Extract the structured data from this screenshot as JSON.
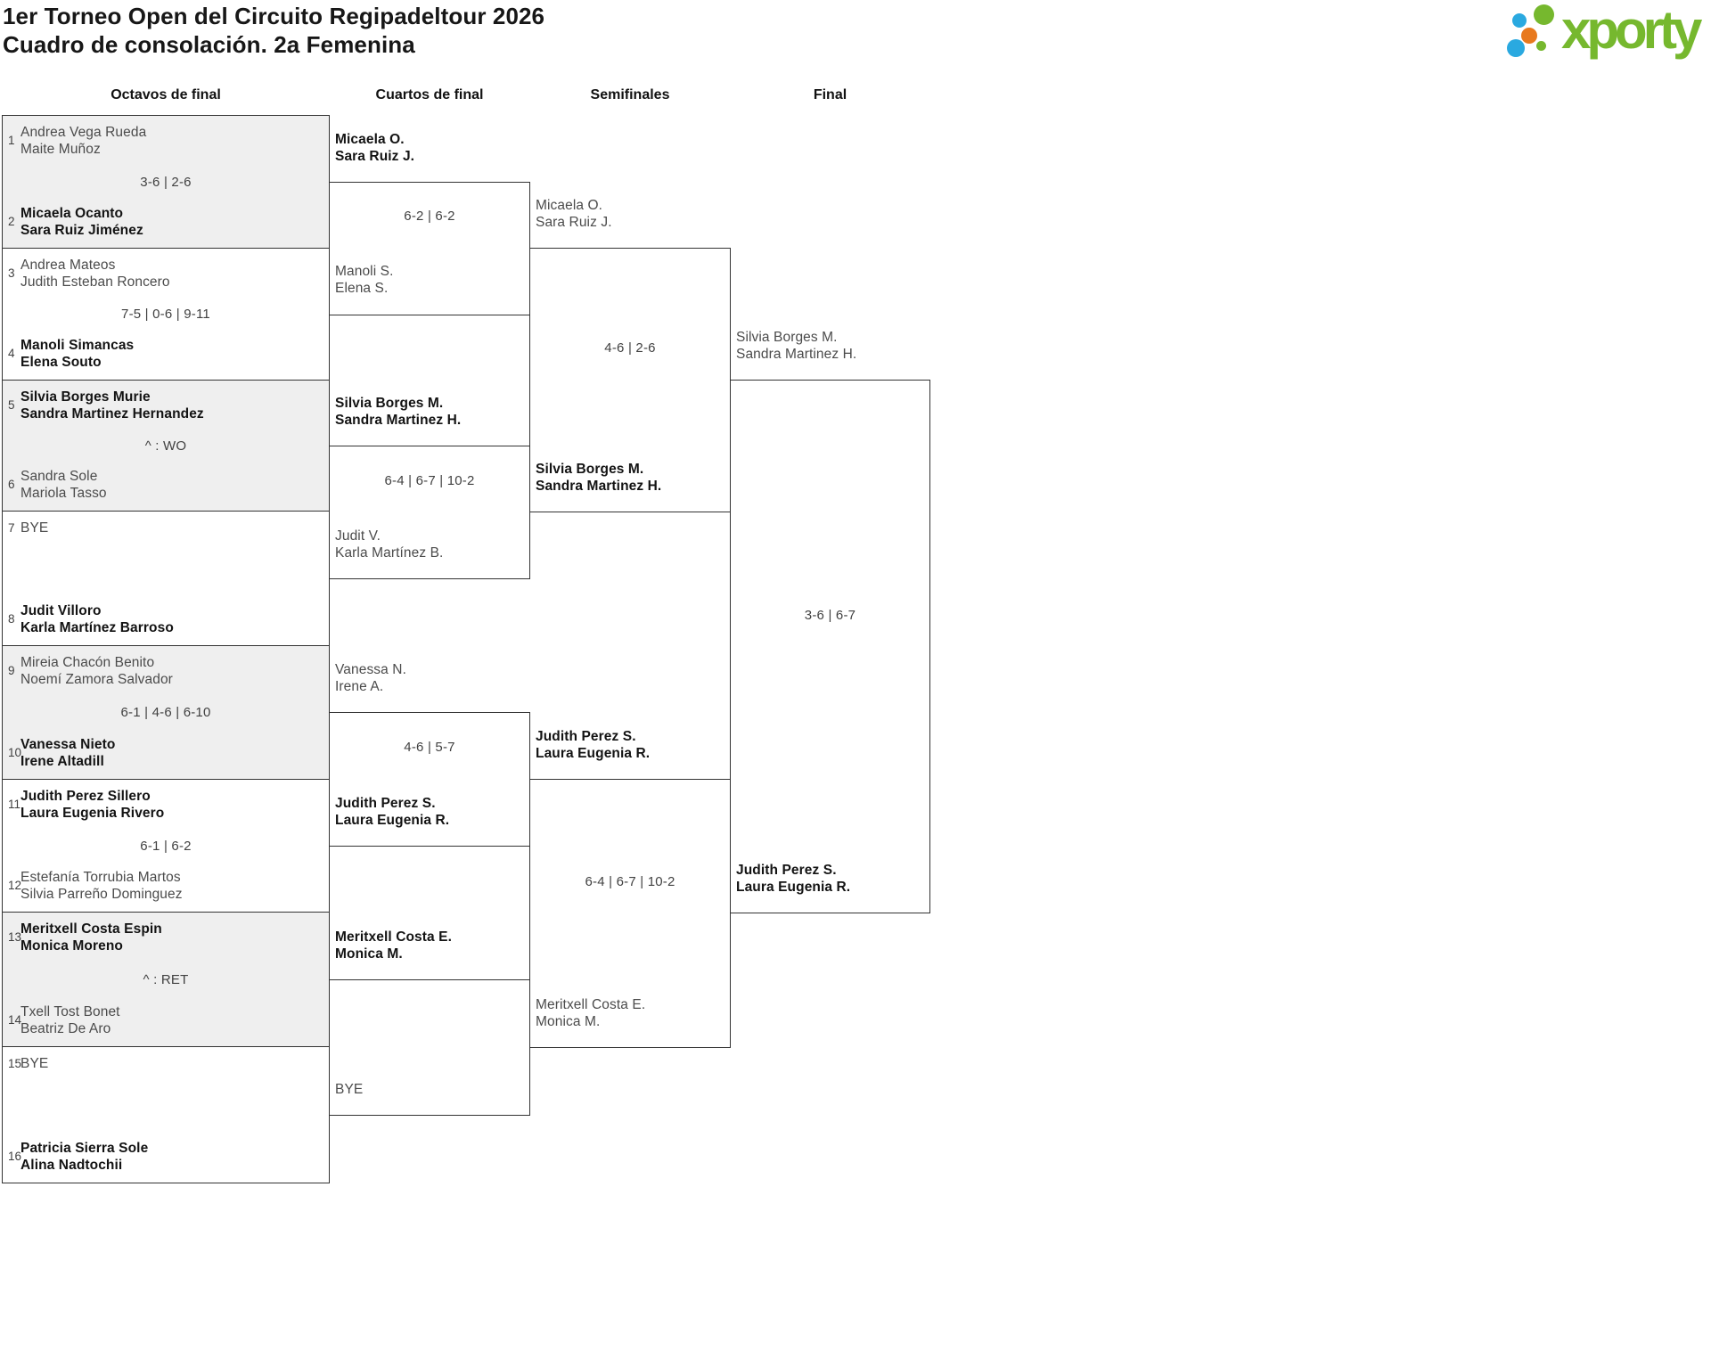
{
  "page": {
    "title": "1er Torneo Open del Circuito Regipadeltour 2026",
    "subtitle": "Cuadro de consolación. 2a Femenina"
  },
  "logo": {
    "text": "xporty",
    "colors": {
      "green": "#76b82e",
      "blue": "#2aa9e0",
      "orange": "#e8791e"
    }
  },
  "column_headers": [
    "Octavos de final",
    "Cuartos de final",
    "Semifinales",
    "Final"
  ],
  "styles": {
    "shaded_box": "#efefef",
    "border": "#333333",
    "winner_text": "#131313",
    "regular_text": "#4b4b4b"
  },
  "bracket": {
    "r16_matches": [
      {
        "shaded": true,
        "score": "3-6 | 2-6",
        "teams": [
          {
            "slot": "1",
            "lines": [
              "Andrea Vega Rueda",
              "Maite Muñoz"
            ],
            "winner": false
          },
          {
            "slot": "2",
            "lines": [
              "Micaela Ocanto",
              "Sara Ruiz Jiménez"
            ],
            "winner": true
          }
        ]
      },
      {
        "shaded": false,
        "score": "7-5 | 0-6 | 9-11",
        "teams": [
          {
            "slot": "3",
            "lines": [
              "Andrea Mateos",
              "Judith Esteban Roncero"
            ],
            "winner": false
          },
          {
            "slot": "4",
            "lines": [
              "Manoli Simancas",
              "Elena Souto"
            ],
            "winner": true
          }
        ]
      },
      {
        "shaded": true,
        "score": "^ : WO",
        "teams": [
          {
            "slot": "5",
            "lines": [
              "Silvia Borges Murie",
              "Sandra Martinez Hernandez"
            ],
            "winner": true
          },
          {
            "slot": "6",
            "lines": [
              "Sandra Sole",
              "Mariola Tasso"
            ],
            "winner": false
          }
        ]
      },
      {
        "shaded": false,
        "score": "",
        "teams": [
          {
            "slot": "7",
            "lines": [
              "BYE"
            ],
            "winner": false
          },
          {
            "slot": "8",
            "lines": [
              "Judit Villoro",
              "Karla Martínez Barroso"
            ],
            "winner": true
          }
        ]
      },
      {
        "shaded": true,
        "score": "6-1 | 4-6 | 6-10",
        "teams": [
          {
            "slot": "9",
            "lines": [
              "Mireia Chacón Benito",
              "Noemí Zamora Salvador"
            ],
            "winner": false
          },
          {
            "slot": "10",
            "lines": [
              "Vanessa Nieto",
              "Irene Altadill"
            ],
            "winner": true
          }
        ]
      },
      {
        "shaded": false,
        "score": "6-1 | 6-2",
        "teams": [
          {
            "slot": "11",
            "lines": [
              "Judith Perez Sillero",
              "Laura Eugenia Rivero"
            ],
            "winner": true
          },
          {
            "slot": "12",
            "lines": [
              "Estefanía Torrubia Martos",
              "Silvia Parreño Dominguez"
            ],
            "winner": false
          }
        ]
      },
      {
        "shaded": true,
        "score": "^ : RET",
        "teams": [
          {
            "slot": "13",
            "lines": [
              "Meritxell Costa Espin",
              "Monica Moreno"
            ],
            "winner": true
          },
          {
            "slot": "14",
            "lines": [
              "Txell Tost Bonet",
              "Beatriz De Aro"
            ],
            "winner": false
          }
        ]
      },
      {
        "shaded": false,
        "score": "",
        "teams": [
          {
            "slot": "15",
            "lines": [
              "BYE"
            ],
            "winner": false
          },
          {
            "slot": "16",
            "lines": [
              "Patricia Sierra Sole",
              "Alina Nadtochii"
            ],
            "winner": true
          }
        ]
      }
    ],
    "qf_matches": [
      {
        "score": "6-2 | 6-2",
        "teams": [
          {
            "lines": [
              "Micaela O.",
              "Sara Ruiz J."
            ],
            "winner": true
          },
          {
            "lines": [
              "Manoli S.",
              "Elena S."
            ],
            "winner": false
          }
        ]
      },
      {
        "score": "6-4 | 6-7 | 10-2",
        "teams": [
          {
            "lines": [
              "Silvia Borges M.",
              "Sandra Martinez H."
            ],
            "winner": true
          },
          {
            "lines": [
              "Judit V.",
              "Karla Martínez B."
            ],
            "winner": false
          }
        ]
      },
      {
        "score": "4-6 | 5-7",
        "teams": [
          {
            "lines": [
              "Vanessa N.",
              "Irene A."
            ],
            "winner": false
          },
          {
            "lines": [
              "Judith Perez S.",
              "Laura Eugenia R."
            ],
            "winner": true
          }
        ]
      },
      {
        "score": "",
        "teams": [
          {
            "lines": [
              "Meritxell Costa E.",
              "Monica M."
            ],
            "winner": true
          },
          {
            "lines": [
              "BYE"
            ],
            "winner": false
          }
        ]
      }
    ],
    "sf_matches": [
      {
        "score": "4-6 | 2-6",
        "teams": [
          {
            "lines": [
              "Micaela O.",
              "Sara Ruiz J."
            ],
            "winner": false
          },
          {
            "lines": [
              "Silvia Borges M.",
              "Sandra Martinez H."
            ],
            "winner": true
          }
        ]
      },
      {
        "score": "6-4 | 6-7 | 10-2",
        "teams": [
          {
            "lines": [
              "Judith Perez S.",
              "Laura Eugenia R."
            ],
            "winner": true
          },
          {
            "lines": [
              "Meritxell Costa E.",
              "Monica M."
            ],
            "winner": false
          }
        ]
      }
    ],
    "final_match": {
      "score": "3-6 | 6-7",
      "teams": [
        {
          "lines": [
            "Silvia Borges M.",
            "Sandra Martinez H."
          ],
          "winner": false
        },
        {
          "lines": [
            "Judith Perez S.",
            "Laura Eugenia R."
          ],
          "winner": true
        }
      ]
    }
  }
}
